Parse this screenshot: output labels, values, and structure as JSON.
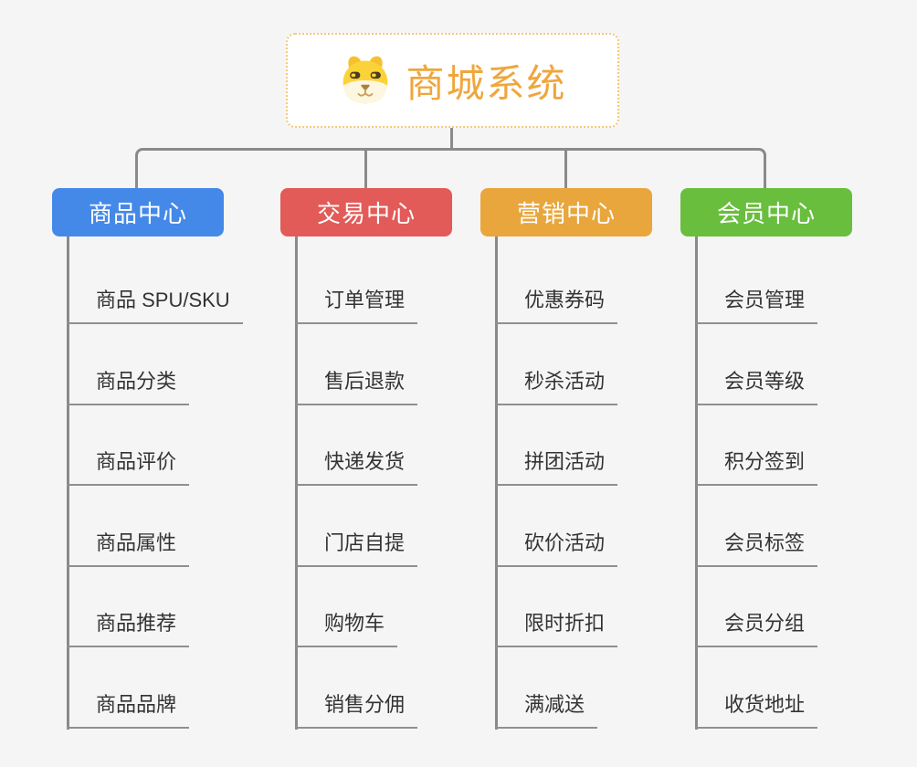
{
  "root": {
    "label": "商城系统",
    "icon": "dog-face-icon",
    "text_color": "#F0A63C",
    "border_color": "#F3C878"
  },
  "connector_color": "#8A8A8A",
  "background_color": "#F5F5F5",
  "branches": [
    {
      "label": "商品中心",
      "color": "#4489E8",
      "children": [
        "商品 SPU/SKU",
        "商品分类",
        "商品评价",
        "商品属性",
        "商品推荐",
        "商品品牌"
      ]
    },
    {
      "label": "交易中心",
      "color": "#E25B58",
      "children": [
        "订单管理",
        "售后退款",
        "快递发货",
        "门店自提",
        "购物车",
        "销售分佣"
      ]
    },
    {
      "label": "营销中心",
      "color": "#E9A63C",
      "children": [
        "优惠券码",
        "秒杀活动",
        "拼团活动",
        "砍价活动",
        "限时折扣",
        "满减送"
      ]
    },
    {
      "label": "会员中心",
      "color": "#69BE3E",
      "children": [
        "会员管理",
        "会员等级",
        "积分签到",
        "会员标签",
        "会员分组",
        "收货地址"
      ]
    }
  ]
}
